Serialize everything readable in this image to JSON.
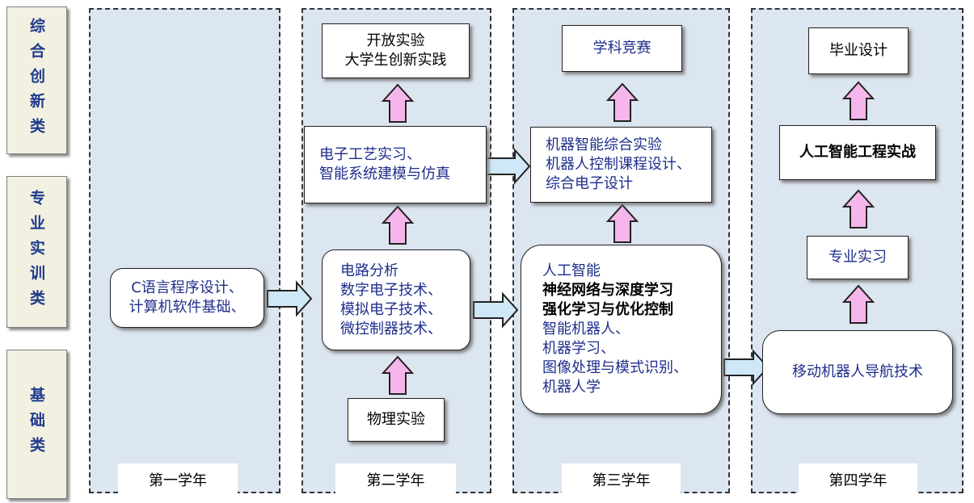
{
  "sidebar": {
    "top": "综合创新类",
    "middle": "专业实训类",
    "bottom": "基础类"
  },
  "years": [
    "第一学年",
    "第二学年",
    "第三学年",
    "第四学年"
  ],
  "year1": {
    "box": [
      "C语言程序设计、",
      "计算机软件基础、"
    ]
  },
  "year2": {
    "top": [
      "开放实验",
      "大学生创新实践"
    ],
    "middle": [
      "电子工艺实习、",
      "智能系统建模与仿真"
    ],
    "lower": [
      "电路分析",
      "数字电子技术、",
      "模拟电子技术、",
      "微控制器技术、"
    ],
    "bottom": "物理实验"
  },
  "year3": {
    "top": "学科竞赛",
    "middle": [
      "机器智能综合实验",
      "机器人控制课程设计、",
      "综合电子设计"
    ],
    "lower": [
      "人工智能",
      "神经网络与深度学习",
      "强化学习与优化控制",
      "智能机器人、",
      "机器学习、",
      "图像处理与模式识别、",
      "机器人学"
    ]
  },
  "year4": {
    "top": "毕业设计",
    "middle": "人工智能工程实战",
    "lower": "专业实习",
    "bottom": "移动机器人导航技术"
  }
}
